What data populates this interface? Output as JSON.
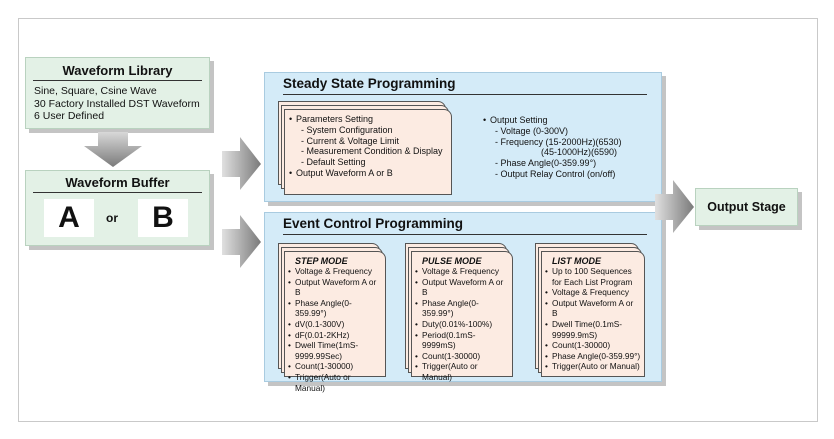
{
  "library": {
    "title": "Waveform Library",
    "lines": [
      "Sine, Square, Csine Wave",
      "30 Factory Installed DST Waveform",
      "6 User Defined"
    ]
  },
  "buffer": {
    "title": "Waveform Buffer",
    "a": "A",
    "or": "or",
    "b": "B"
  },
  "steady": {
    "title": "Steady State Programming",
    "card_items": [
      {
        "text": "Parameters Setting",
        "sub": false
      },
      {
        "text": "- System Configuration",
        "sub": true
      },
      {
        "text": "- Current & Voltage Limit",
        "sub": true
      },
      {
        "text": "- Measurement Condition & Display",
        "sub": true
      },
      {
        "text": "- Default Setting",
        "sub": true
      },
      {
        "text": "Output Waveform A or B",
        "sub": false
      }
    ],
    "output_items": [
      {
        "text": "Output Setting",
        "sub": false
      },
      {
        "text": "- Voltage (0-300V)",
        "sub": true
      },
      {
        "text": "- Frequency (15-2000Hz)(6530)",
        "sub": true
      },
      {
        "text": "(45-1000Hz)(6590)",
        "sub": "indent"
      },
      {
        "text": "- Phase Angle(0-359.99°)",
        "sub": true
      },
      {
        "text": "- Output Relay Control (on/off)",
        "sub": true
      }
    ]
  },
  "event": {
    "title": "Event Control Programming",
    "step": {
      "title": "STEP MODE",
      "items": [
        "Voltage & Frequency",
        "Output Waveform A or B",
        "Phase Angle(0-359.99°)",
        "dV(0.1-300V)",
        "dF(0.01-2KHz)",
        "Dwell Time(1mS-",
        "9999.99Sec)",
        "Count(1-30000)",
        "Trigger(Auto or Manual)"
      ]
    },
    "pulse": {
      "title": "PULSE MODE",
      "items": [
        "Voltage & Frequency",
        "Output Waveform A or B",
        "Phase Angle(0-359.99°)",
        "Duty(0.01%-100%)",
        "Period(0.1mS-9999mS)",
        "Count(1-30000)",
        "Trigger(Auto or Manual)"
      ]
    },
    "list": {
      "title": "LIST MODE",
      "items": [
        "Up to 100 Sequences",
        "for Each List Program",
        "Voltage & Frequency",
        "Output Waveform A or B",
        "Dwell Time(0.1mS-",
        "99999.9mS)",
        "Count(1-30000)",
        "Phase Angle(0-359.99°)",
        "Trigger(Auto or Manual)"
      ]
    }
  },
  "output_stage": {
    "title": "Output Stage"
  },
  "colors": {
    "green_box": "#e3f1e6",
    "blue_panel": "#d4ebf8",
    "card_fill": "#fcebe2",
    "arrow_gray": "#8c8c8c"
  }
}
